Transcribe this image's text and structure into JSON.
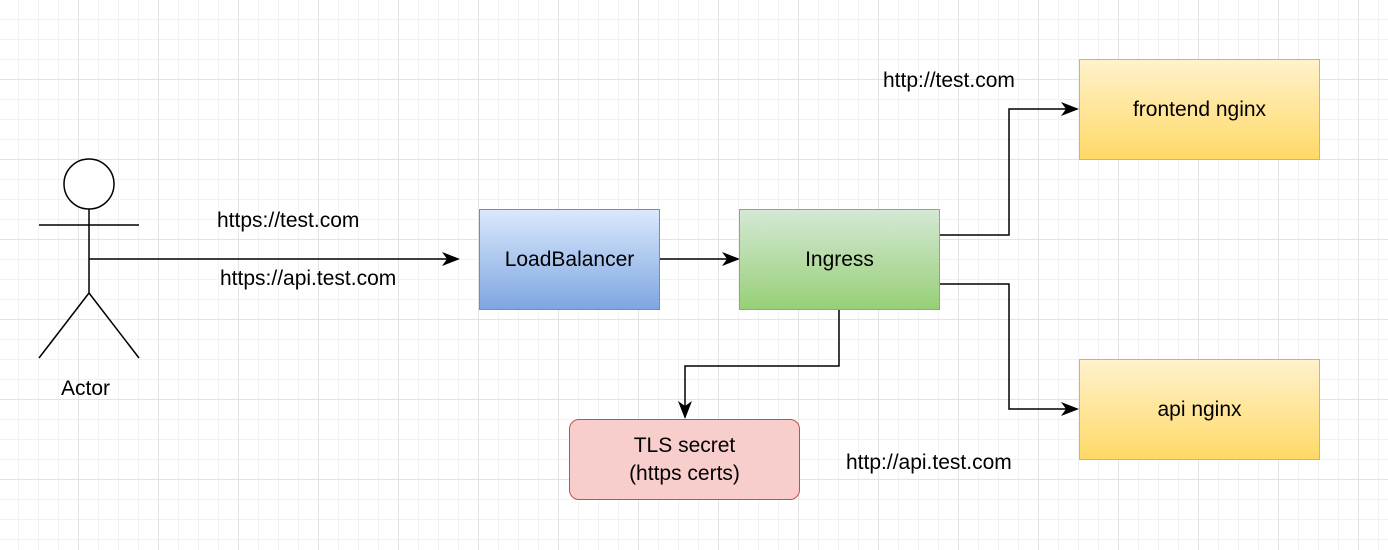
{
  "nodes": {
    "actor": "Actor",
    "load_balancer": "LoadBalancer",
    "ingress": "Ingress",
    "frontend": "frontend nginx",
    "api": "api nginx",
    "tls_line1": "TLS secret",
    "tls_line2": "(https certs)"
  },
  "edge_labels": {
    "https_test": "https://test.com",
    "https_api": "https://api.test.com",
    "http_test": "http://test.com",
    "http_api": "http://api.test.com"
  },
  "colors": {
    "load_balancer_fill": "#dae8fc",
    "load_balancer_stroke": "#6c8ebf",
    "ingress_fill": "#d5e8d4",
    "ingress_stroke": "#82b366",
    "nginx_fill": "#fff2cc",
    "nginx_stroke": "#d6b656",
    "tls_fill": "#f8cecc",
    "tls_stroke": "#b85450"
  }
}
